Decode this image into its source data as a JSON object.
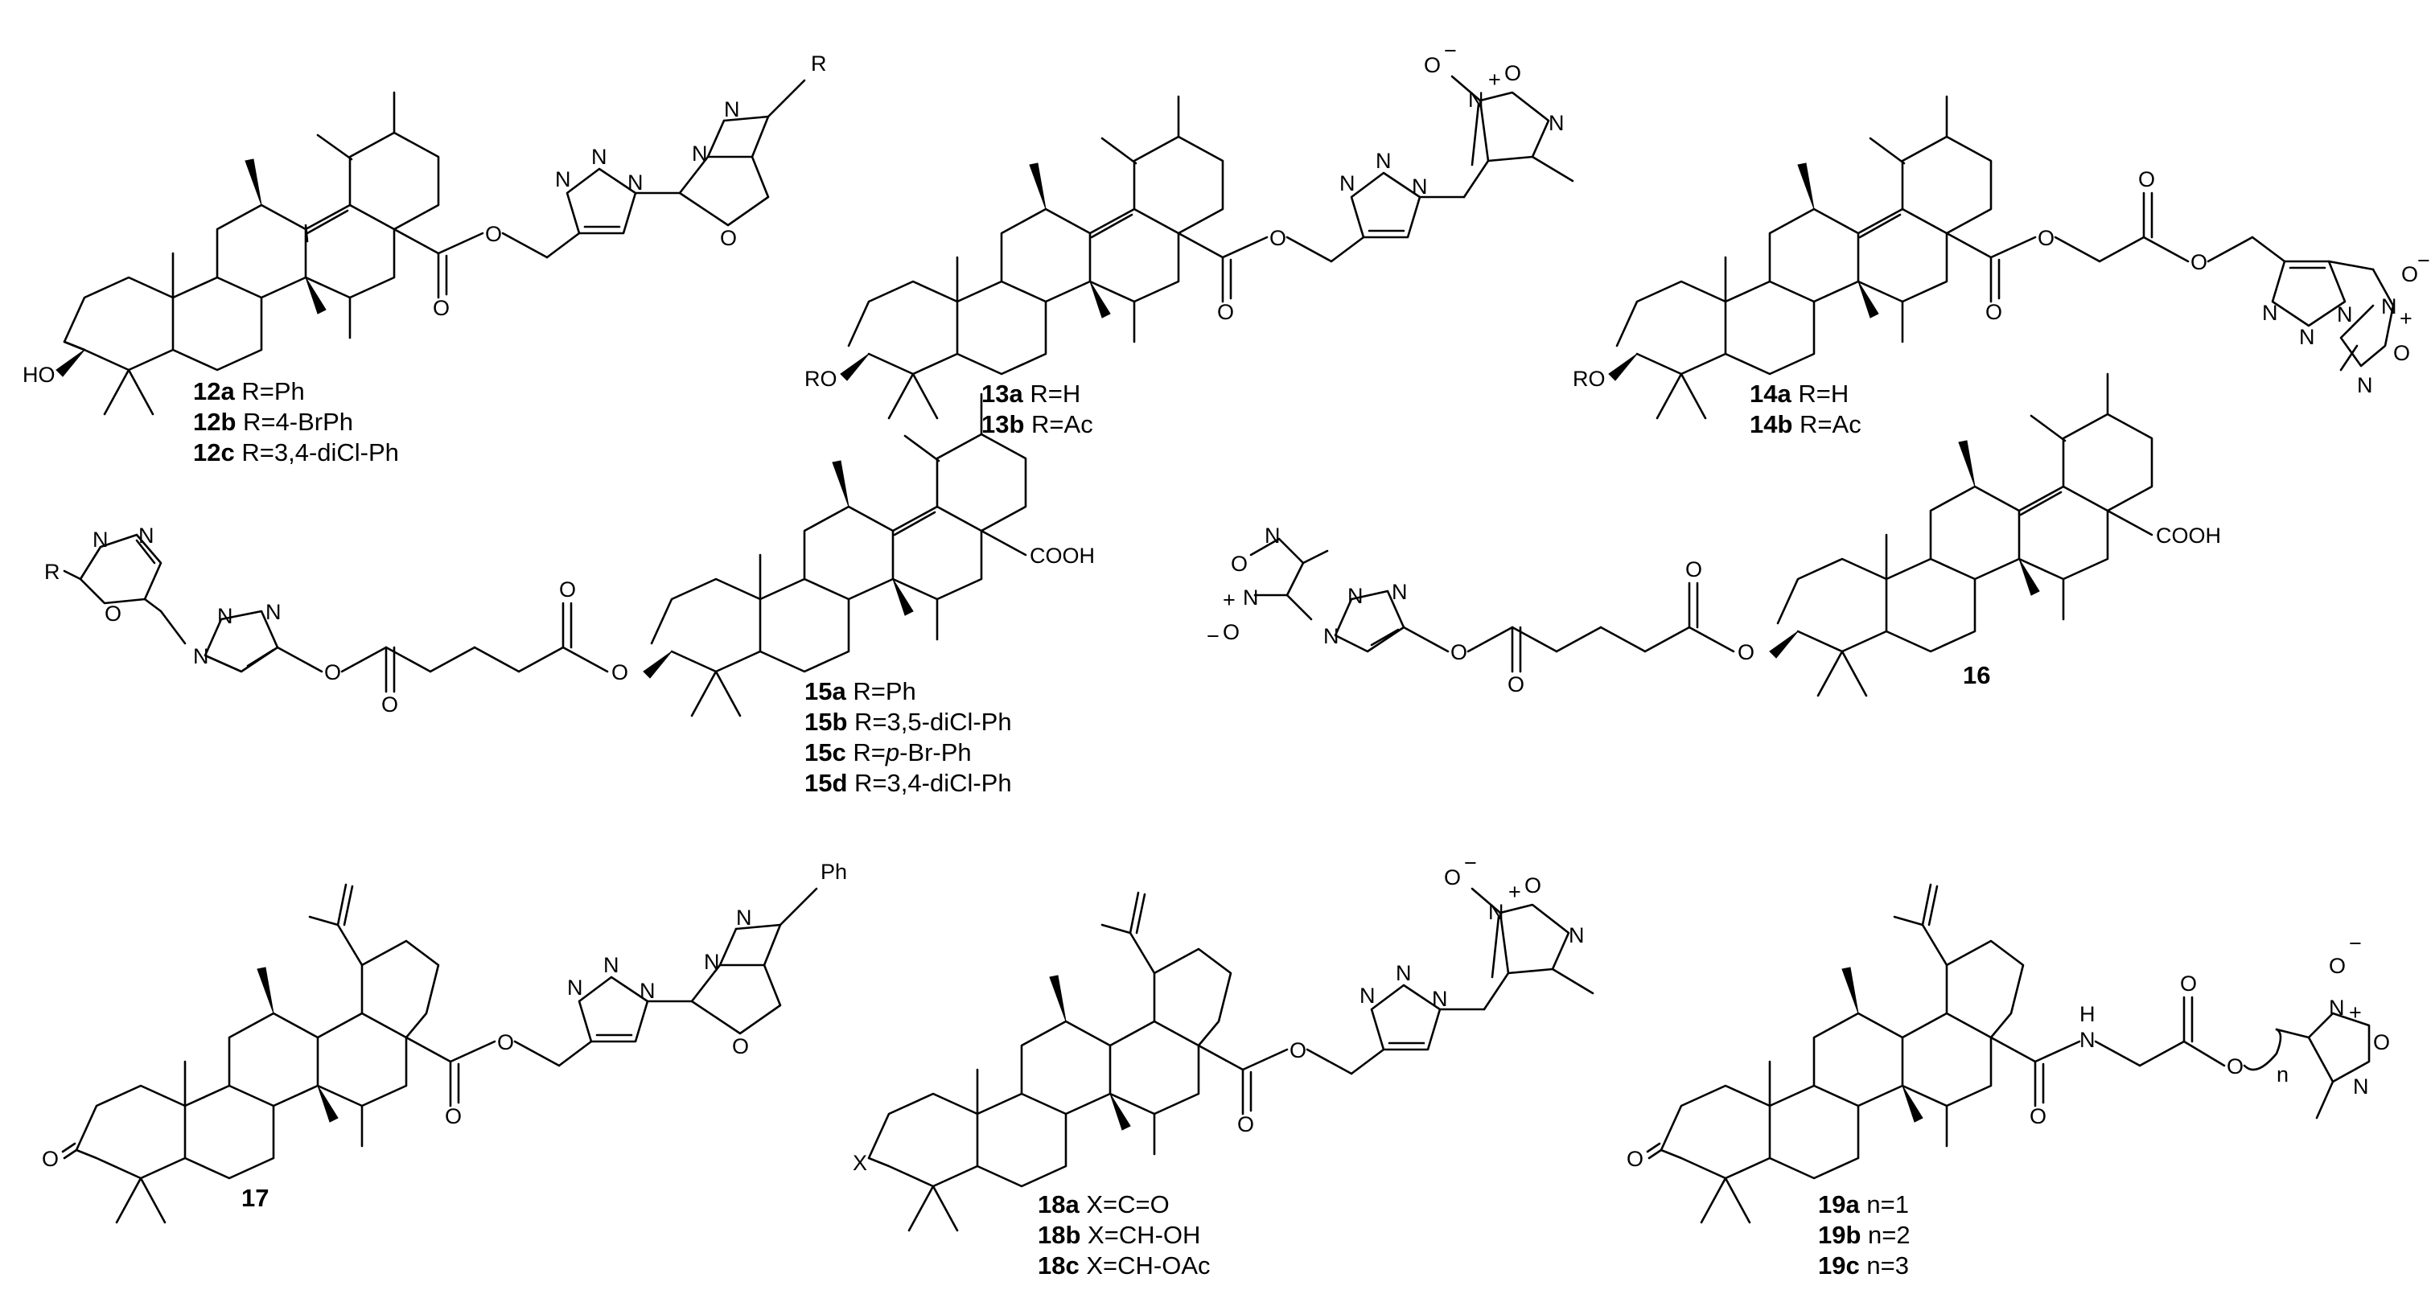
{
  "figure": {
    "compounds": [
      {
        "id": "c12",
        "atoms": {
          "hydroxyl": "HO",
          "triazole_n": [
            "N",
            "N",
            "N"
          ],
          "oxadiazole_n": [
            "N",
            "N"
          ],
          "oxadiazole_o": "O",
          "ester_o": "O",
          "carbonyl_o": "O",
          "substituent": "R"
        },
        "labels": [
          {
            "num": "12a",
            "desc": "R=Ph"
          },
          {
            "num": "12b",
            "desc": "R=4-BrPh"
          },
          {
            "num": "12c",
            "desc": "R=3,4-diCl-Ph"
          }
        ]
      },
      {
        "id": "c13",
        "atoms": {
          "hydroxyl": "RO",
          "triazole_n": [
            "N",
            "N",
            "N"
          ],
          "furoxan_n": [
            "N",
            "N"
          ],
          "furoxan_o": "O",
          "n_oxide_o": "O",
          "minus": "−",
          "plus": "+",
          "ester_o": "O",
          "carbonyl_o": "O"
        },
        "labels": [
          {
            "num": "13a",
            "desc": "R=H"
          },
          {
            "num": "13b",
            "desc": "R=Ac"
          }
        ]
      },
      {
        "id": "c14",
        "atoms": {
          "hydroxyl": "RO",
          "triazole_n": [
            "N",
            "N",
            "N"
          ],
          "furoxan_n": [
            "N",
            "N"
          ],
          "furoxan_o": "O",
          "n_oxide_o": "O",
          "minus": "−",
          "plus": "+",
          "ester_o": [
            "O",
            "O"
          ],
          "carbonyl_o": [
            "O",
            "O"
          ]
        },
        "labels": [
          {
            "num": "14a",
            "desc": "R=H"
          },
          {
            "num": "14b",
            "desc": "R=Ac"
          }
        ]
      },
      {
        "id": "c15",
        "atoms": {
          "acid": "COOH",
          "substituent": "R",
          "oxadiazole_n": [
            "N",
            "N"
          ],
          "oxadiazole_o": "O",
          "triazole_n": [
            "N",
            "N",
            "N"
          ],
          "ester_o": [
            "O",
            "O"
          ],
          "carbonyl_o": [
            "O",
            "O"
          ]
        },
        "labels": [
          {
            "num": "15a",
            "desc": "R=Ph"
          },
          {
            "num": "15b",
            "desc": "R=3,5-diCl-Ph"
          },
          {
            "num": "15c",
            "desc_pre": "R=",
            "desc_it": "p",
            "desc_post": "-Br-Ph"
          },
          {
            "num": "15d",
            "desc": "R=3,4-diCl-Ph"
          }
        ]
      },
      {
        "id": "c16",
        "atoms": {
          "acid": "COOH",
          "furoxan_n": [
            "N",
            "N"
          ],
          "furoxan_o": "O",
          "n_oxide_o": "O",
          "minus": "−",
          "plus": "+",
          "triazole_n": [
            "N",
            "N",
            "N"
          ],
          "ester_o": [
            "O",
            "O"
          ],
          "carbonyl_o": [
            "O",
            "O"
          ]
        },
        "labels": [
          {
            "num": "16"
          }
        ]
      },
      {
        "id": "c17",
        "atoms": {
          "ketone_o": "O",
          "triazole_n": [
            "N",
            "N",
            "N"
          ],
          "oxadiazole_n": [
            "N",
            "N"
          ],
          "oxadiazole_o": "O",
          "phenyl": "Ph",
          "ester_o": "O",
          "carbonyl_o": "O"
        },
        "labels": [
          {
            "num": "17"
          }
        ]
      },
      {
        "id": "c18",
        "atoms": {
          "x_position": "X",
          "triazole_n": [
            "N",
            "N",
            "N"
          ],
          "furoxan_n": [
            "N",
            "N"
          ],
          "furoxan_o": "O",
          "n_oxide_o": "O",
          "minus": "−",
          "plus": "+",
          "ester_o": "O",
          "carbonyl_o": "O"
        },
        "labels": [
          {
            "num": "18a",
            "desc": "X=C=O"
          },
          {
            "num": "18b",
            "desc": "X=CH-OH"
          },
          {
            "num": "18c",
            "desc": "X=CH-OAc"
          }
        ]
      },
      {
        "id": "c19",
        "atoms": {
          "ketone_o": "O",
          "amide_nh": "H",
          "amide_n": "N",
          "ester_o": "O",
          "carbonyl_o": [
            "O",
            "O"
          ],
          "chain_index": "n",
          "furoxan_n": [
            "N",
            "N"
          ],
          "furoxan_o": "O",
          "n_oxide_o": "O",
          "minus": "−",
          "plus": "+"
        },
        "labels": [
          {
            "num": "19a",
            "desc": "n=1"
          },
          {
            "num": "19b",
            "desc": "n=2"
          },
          {
            "num": "19c",
            "desc": "n=3"
          }
        ]
      }
    ]
  }
}
